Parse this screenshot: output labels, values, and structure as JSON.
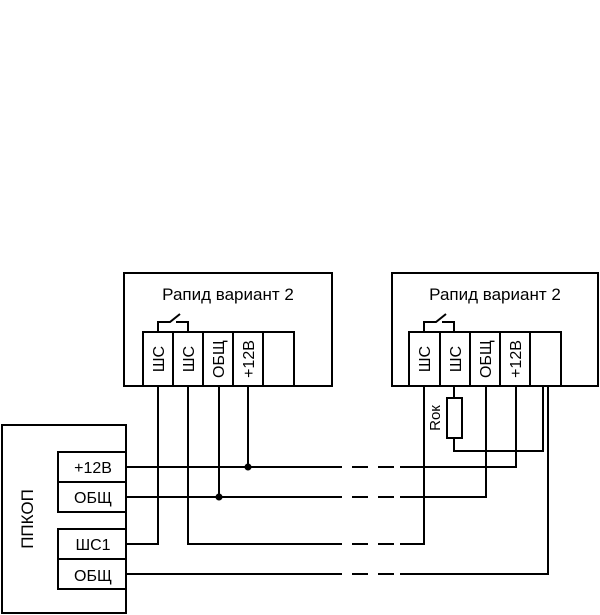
{
  "diagram": {
    "type": "wiring-diagram",
    "line_color": "#000000",
    "background": "#ffffff",
    "device_1": {
      "title": "Рапид  вариант 2",
      "terminals": [
        "ШС",
        "ШС",
        "ОБЩ",
        "+12В",
        ""
      ]
    },
    "device_2": {
      "title": "Рапид  вариант 2",
      "terminals": [
        "ШС",
        "ШС",
        "ОБЩ",
        "+12В",
        ""
      ],
      "resistor_label": "Rок"
    },
    "panel": {
      "title": "ППКОП",
      "group_1": [
        "+12В",
        "ОБЩ"
      ],
      "group_2": [
        "ШС1",
        "ОБЩ"
      ]
    }
  }
}
